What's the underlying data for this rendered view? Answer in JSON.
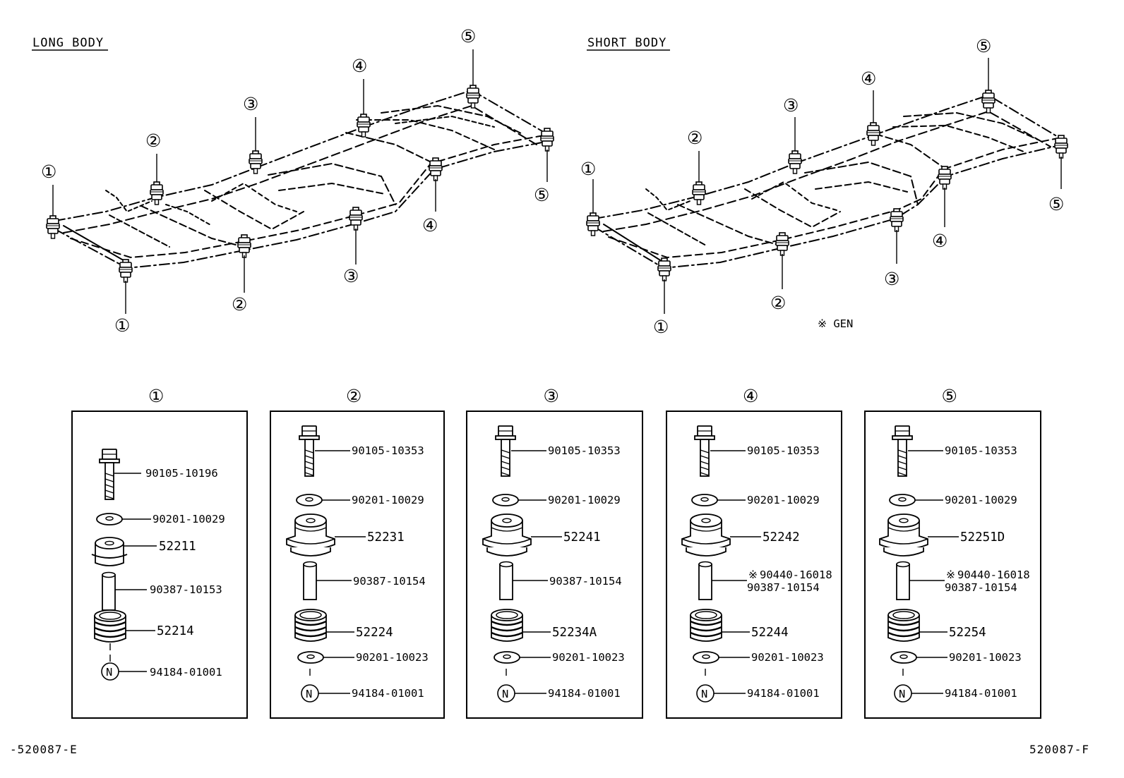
{
  "headers": {
    "long_body": "LONG BODY",
    "short_body": "SHORT BODY",
    "gen_note": "※ GEN"
  },
  "footer": {
    "left_code": "-520087-E",
    "right_code": "520087-F"
  },
  "callout_numbers": [
    "①",
    "②",
    "③",
    "④",
    "⑤"
  ],
  "nut_symbol": "N",
  "gen_mark": "※",
  "groups": [
    {
      "number": "①",
      "bolt": "90105-10196",
      "washer_top": "90201-10029",
      "cushion_upper": "52211",
      "collar": "90387-10153",
      "collar_alt": "",
      "cushion_lower": "52214",
      "washer_bottom": "",
      "nut": "94184-01001"
    },
    {
      "number": "②",
      "bolt": "90105-10353",
      "washer_top": "90201-10029",
      "cushion_upper": "52231",
      "collar": "90387-10154",
      "collar_alt": "",
      "cushion_lower": "52224",
      "washer_bottom": "90201-10023",
      "nut": "94184-01001"
    },
    {
      "number": "③",
      "bolt": "90105-10353",
      "washer_top": "90201-10029",
      "cushion_upper": "52241",
      "collar": "90387-10154",
      "collar_alt": "",
      "cushion_lower": "52234A",
      "washer_bottom": "90201-10023",
      "nut": "94184-01001"
    },
    {
      "number": "④",
      "bolt": "90105-10353",
      "washer_top": "90201-10029",
      "cushion_upper": "52242",
      "collar": "90387-10154",
      "collar_alt": "90440-16018",
      "cushion_lower": "52244",
      "washer_bottom": "90201-10023",
      "nut": "94184-01001"
    },
    {
      "number": "⑤",
      "bolt": "90105-10353",
      "washer_top": "90201-10029",
      "cushion_upper": "52251D",
      "collar": "90387-10154",
      "collar_alt": "90440-16018",
      "cushion_lower": "52254",
      "washer_bottom": "90201-10023",
      "nut": "94184-01001"
    }
  ]
}
